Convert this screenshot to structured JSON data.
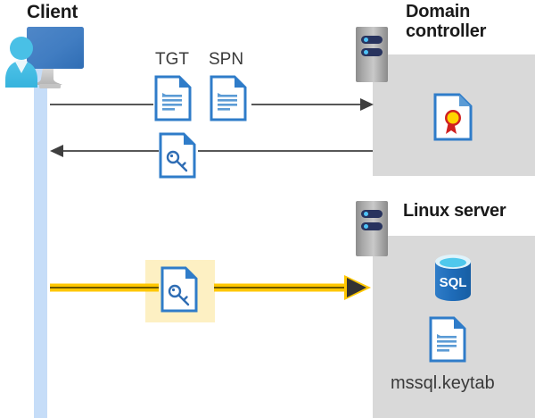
{
  "diagram": {
    "title": "Kerberos authentication flow between client, domain controller and Linux server",
    "background_color": "#ffffff",
    "panel_color": "#d9d9d9",
    "accent_blue": "#2f7cc9",
    "highlight_yellow": "#fdf0c3",
    "arrow_yellow": "#ffc700",
    "lifeline_blue": "#c6ddf8"
  },
  "actors": {
    "client": {
      "label": "Client",
      "icon": "user-workstation-icon",
      "lifeline": "client-lifeline"
    },
    "domain_controller": {
      "label_line1": "Domain",
      "label_line2": "controller",
      "icon": "server-rack-icon",
      "contents": [
        {
          "icon": "certificate-document-icon",
          "label": ""
        }
      ]
    },
    "linux_server": {
      "label": "Linux server",
      "icon": "server-rack-icon",
      "contents": [
        {
          "icon": "sql-database-icon",
          "label": "SQL"
        },
        {
          "icon": "keytab-document-icon",
          "label": "mssql.keytab"
        }
      ]
    }
  },
  "messages": [
    {
      "id": "request",
      "direction": "client-to-domain-controller",
      "artifacts": [
        {
          "label": "TGT",
          "icon": "document-icon"
        },
        {
          "label": "SPN",
          "icon": "document-icon"
        }
      ],
      "arrow_color": "#3f3f3f"
    },
    {
      "id": "response",
      "direction": "domain-controller-to-client",
      "artifacts": [
        {
          "label": "",
          "icon": "key-document-icon"
        }
      ],
      "arrow_color": "#3f3f3f"
    },
    {
      "id": "service-ticket",
      "direction": "client-to-linux-server",
      "artifacts": [
        {
          "label": "",
          "icon": "key-document-icon",
          "highlighted": true
        }
      ],
      "arrow_color": "#ffc700"
    }
  ],
  "labels": {
    "client": "Client",
    "domain_controller_line1": "Domain",
    "domain_controller_line2": "controller",
    "linux_server": "Linux server",
    "tgt": "TGT",
    "spn": "SPN",
    "sql": "SQL",
    "keytab_file": "mssql.keytab"
  }
}
